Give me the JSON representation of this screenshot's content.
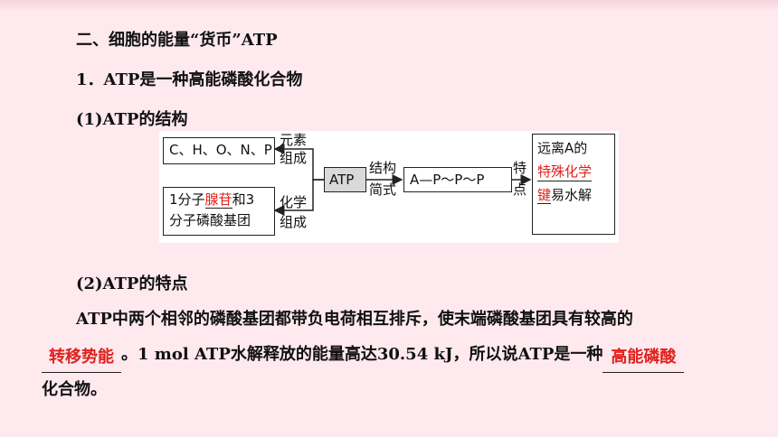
{
  "headings": {
    "section": "二、细胞的能量“货币”ATP",
    "sub1": "1．ATP是一种高能磷酸化合物",
    "structure": "(1)ATP的结构",
    "features": "(2)ATP的特点"
  },
  "diagram": {
    "elements_box": "C、H、O、N、P",
    "element_label_1": "元素",
    "element_label_2": "组成",
    "comp_prefix": "1分子",
    "comp_red": "腺苷",
    "comp_suffix": "和3",
    "comp_line2": "分子磷酸基团",
    "chem_label_1": "化学",
    "chem_label_2": "组成",
    "atp": "ATP",
    "formula_label_1": "结构",
    "formula_label_2": "简式",
    "formula": "A—P～P～P",
    "feature_label_1": "特",
    "feature_label_2": "点",
    "feature_line1": "远离A的",
    "feature_red1": "特殊化学",
    "feature_red2": "键",
    "feature_suffix": "易水解"
  },
  "paragraph": {
    "line1": "ATP中两个相邻的磷酸基团都带负电荷相互排斥，使末端磷酸基团具有较高的",
    "blank1_answer": "转移势能",
    "line2_mid": "。1 mol ATP水解释放的能量高达30.54 kJ，所以说ATP是一种",
    "blank2_answer": "高能磷酸",
    "line3": "化合物。"
  }
}
